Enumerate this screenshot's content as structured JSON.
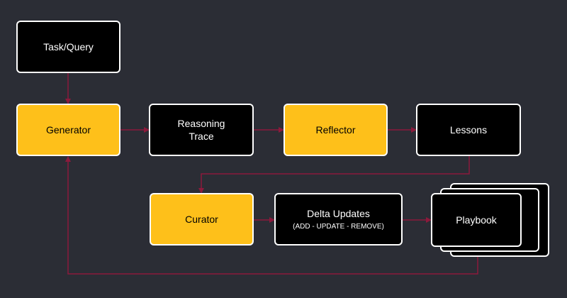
{
  "colors": {
    "background": "#2b2d35",
    "agent_fill": "#fec01a",
    "artifact_fill": "#000000",
    "border": "#ffffff",
    "arrow": "#8b1a3c"
  },
  "nodes": {
    "task_query": "Task/Query",
    "generator": "Generator",
    "reasoning_trace": [
      "Reasoning",
      "Trace"
    ],
    "reflector": "Reflector",
    "lessons": "Lessons",
    "curator": "Curator",
    "delta_updates": {
      "title": "Delta Updates",
      "subtitle": "(ADD - UPDATE - REMOVE)"
    },
    "playbook": "Playbook"
  }
}
